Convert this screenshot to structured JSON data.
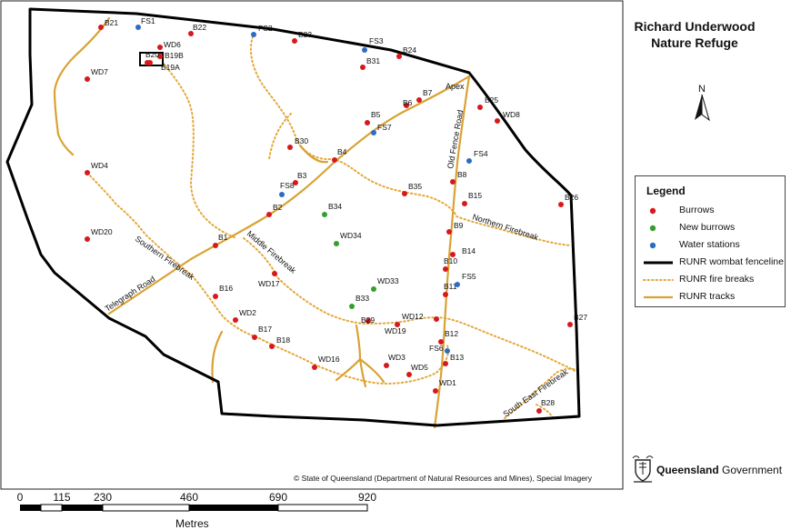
{
  "title": {
    "line1": "Richard Underwood",
    "line2": "Nature Refuge"
  },
  "north": {
    "label": "N",
    "icon": "north-arrow-icon"
  },
  "legend": {
    "title": "Legend",
    "items": [
      {
        "label": "Burrows",
        "type": "dot",
        "color": "#d7191c"
      },
      {
        "label": "New burrows",
        "type": "dot",
        "color": "#33a02c"
      },
      {
        "label": "Water stations",
        "type": "dot",
        "color": "#2b6cc4"
      },
      {
        "label": "RUNR wombat fenceline",
        "type": "line-solid",
        "color": "#000000"
      },
      {
        "label": "RUNR fire breaks",
        "type": "line-dotted",
        "color": "#e5a83a"
      },
      {
        "label": "RUNR tracks",
        "type": "line-solid",
        "color": "#d9a233"
      }
    ]
  },
  "copyright": "© State of Queensland (Department of Natural Resources and Mines), Special Imagery",
  "government": {
    "bold": "Queensland",
    "rest": " Government"
  },
  "scale": {
    "ticks": [
      "0",
      "115",
      "230",
      "460",
      "690",
      "920"
    ],
    "unit": "Metres"
  },
  "colors": {
    "burrow": "#d7191c",
    "new_burrow": "#33a02c",
    "water": "#2b6cc4",
    "fence": "#000000",
    "firebreak": "#e5a83a",
    "track": "#d9a233"
  },
  "road_labels": [
    "Telegraph Road",
    "Southern Firebreak",
    "Middle Firebreak",
    "Old Fence Road",
    "Northern Firebreak",
    "South East Firebreak",
    "Apex"
  ],
  "burrow_labels": [
    "B21",
    "B22",
    "B23",
    "B24",
    "WD6",
    "B19B",
    "B20",
    "B19A",
    "WD7",
    "B31",
    "B7",
    "B6",
    "B5",
    "B25",
    "WD8",
    "B30",
    "B4",
    "B3",
    "WD4",
    "B35",
    "B8",
    "B15",
    "B26",
    "B2",
    "B34",
    "B9",
    "WD20",
    "B1",
    "WD34",
    "B14",
    "B10",
    "B16",
    "WD17",
    "B11",
    "WD2",
    "B33",
    "B29",
    "WD19",
    "WD12",
    "B27",
    "B17",
    "B18",
    "B12",
    "B13",
    "WD16",
    "WD3",
    "WD5",
    "WD1",
    "B28"
  ],
  "new_burrow_labels": [
    "B34",
    "WD34",
    "WD33",
    "B33"
  ],
  "water_labels": [
    "FS1",
    "FS2",
    "FS3",
    "FS7",
    "FS4",
    "FS8",
    "FS5",
    "FS6"
  ]
}
